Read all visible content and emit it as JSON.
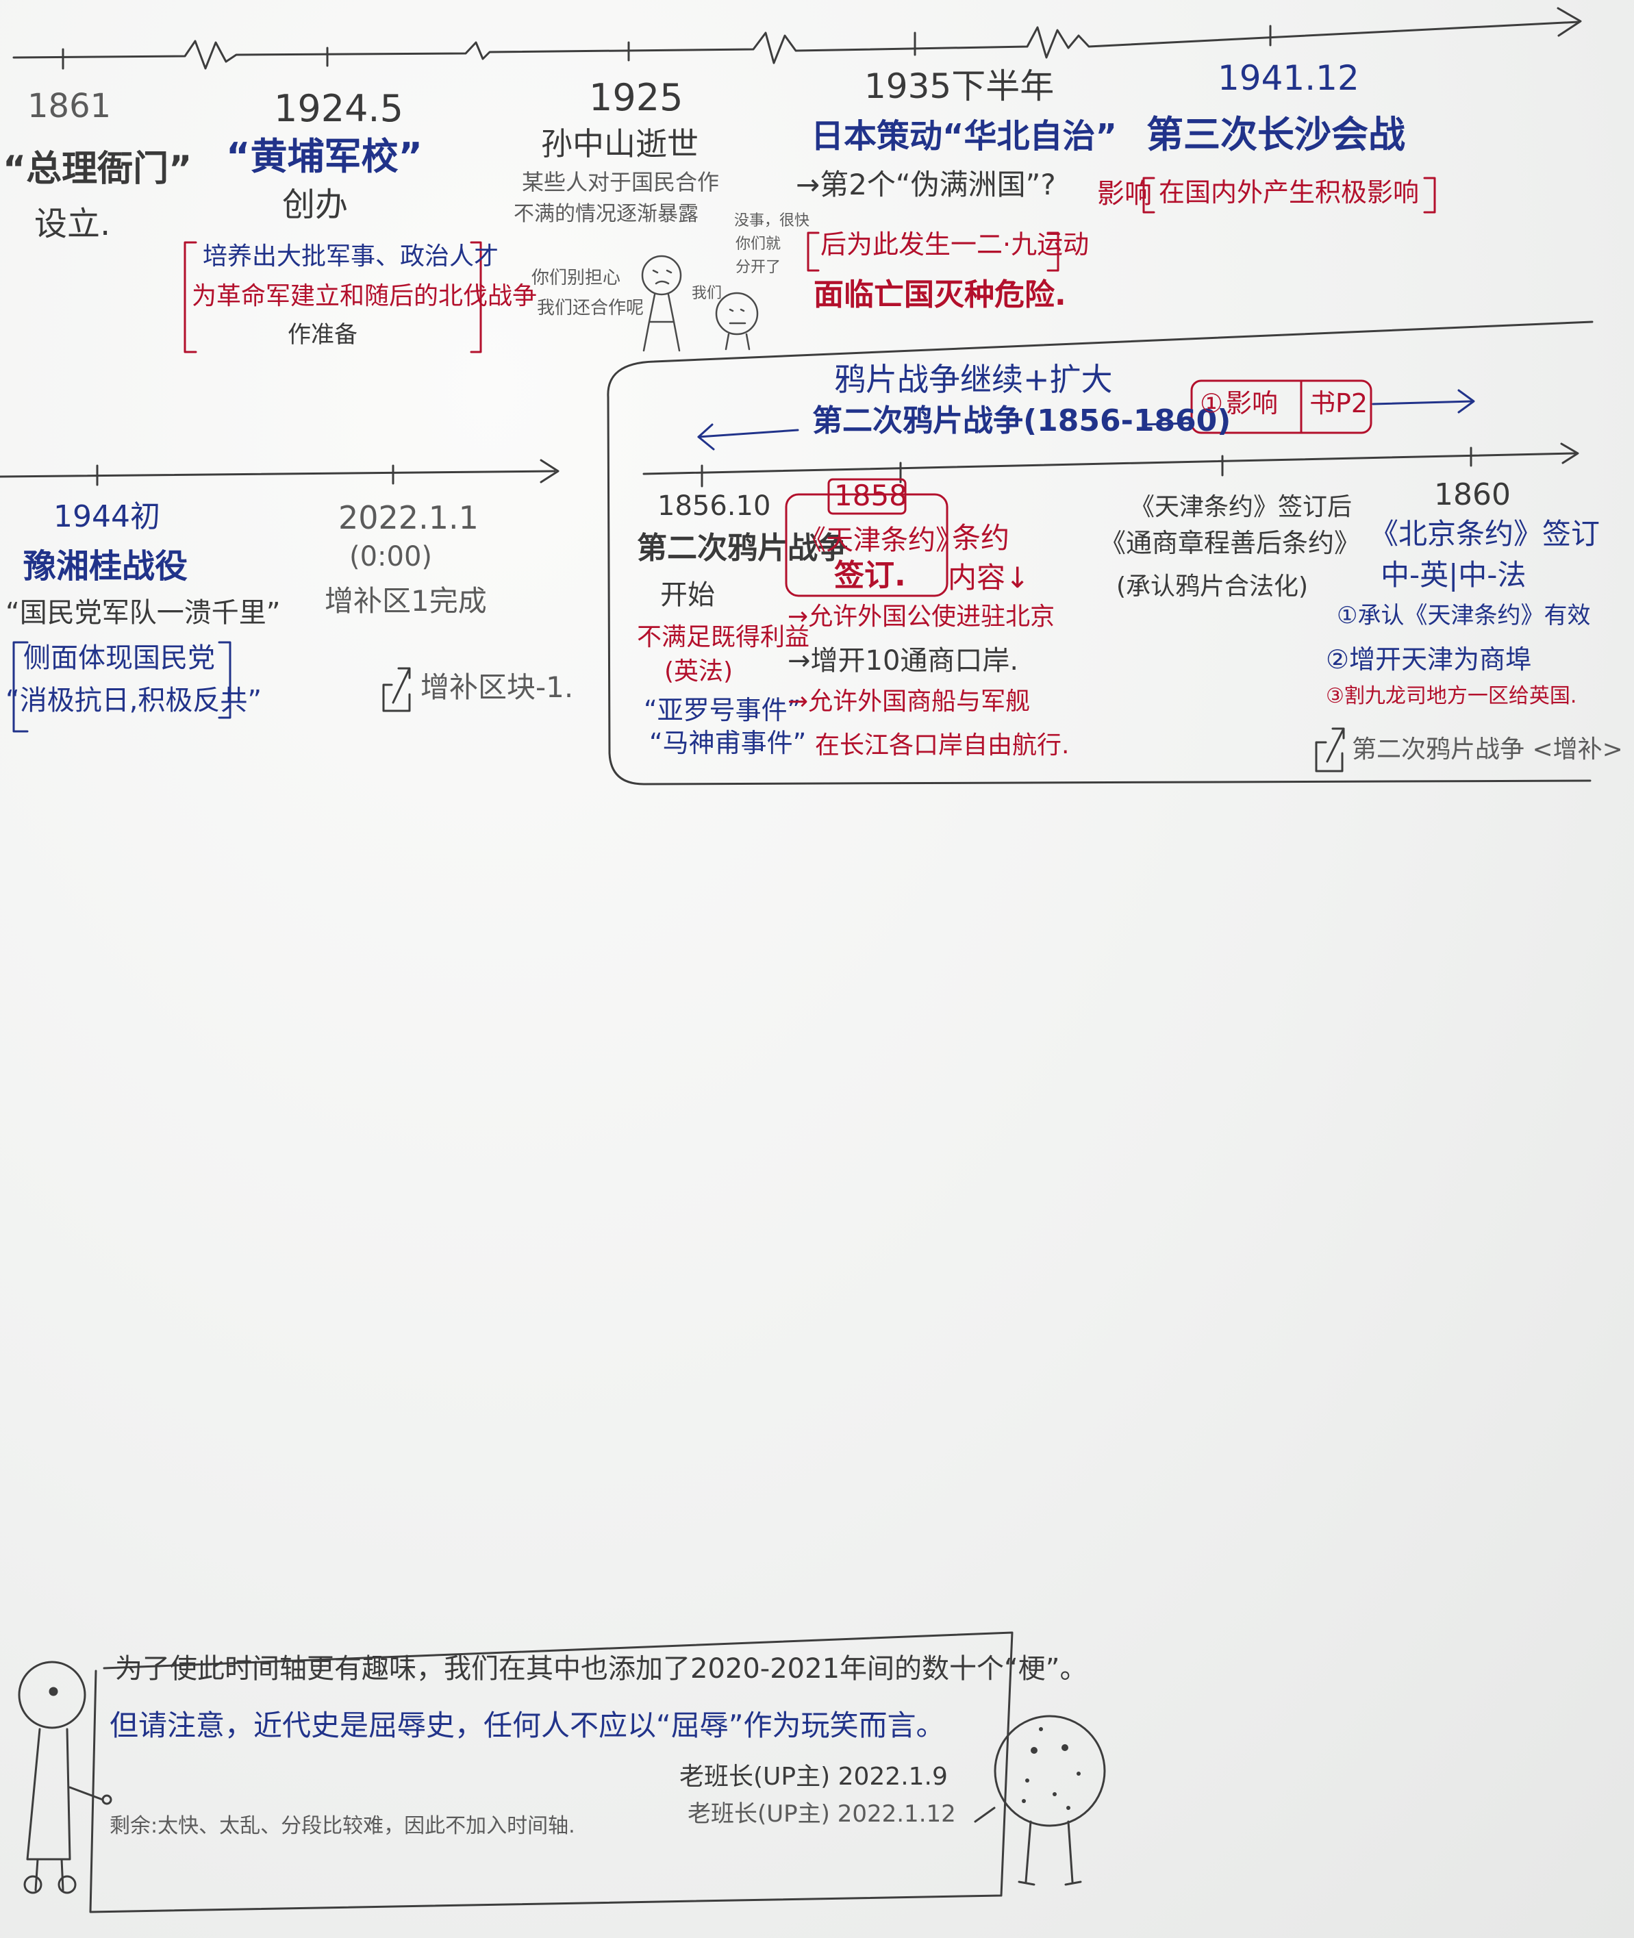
{
  "top_timeline": {
    "events": [
      {
        "date": "1861",
        "title": "“总理衙门”",
        "sub": "设立."
      },
      {
        "date": "1924.5",
        "title": "“黄埔军校”",
        "sub": "创办",
        "note_1": "培养出大批军事、政治人才",
        "note_2": "为革命军建立和随后的北伐战争",
        "note_3": "作准备"
      },
      {
        "date": "1925",
        "title": "孙中山逝世",
        "note_1": "某些人对于国民合作",
        "note_2": "不满的情况逐渐暴露",
        "side_1": "你们别担心",
        "side_2": "我们还合作呢",
        "side_3": "没事，很快",
        "side_4": "你们就",
        "side_5": "分开了",
        "side_6": "我们"
      },
      {
        "date": "1935下半年",
        "title": "日本策动“华北自治”",
        "note_1": "→第2个“伪满洲国”?",
        "note_2": "后为此发生一二·九运动",
        "note_3": "面临亡国灭种危险."
      },
      {
        "date": "1941.12",
        "title": "第三次长沙会战",
        "note_1": "影响",
        "note_2": "在国内外产生积极影响"
      }
    ]
  },
  "bottom_timeline": {
    "events": [
      {
        "date": "1944初",
        "title": "豫湘桂战役",
        "note_1": "“国民党军队一溃千里”",
        "note_2": "侧面体现国民党",
        "note_3": "“消极抗日,积极反共”"
      },
      {
        "date": "2022.1.1",
        "time": "(0:00)",
        "title": "增补区1完成"
      }
    ],
    "link": "增补区块-1."
  },
  "addendum": {
    "header_1": "鸦片战争继续+扩大",
    "header_2": "第二次鸦片战争(1856-1860)",
    "tag_num": "①",
    "tag_1": "影响",
    "tag_2": "书P2",
    "left": {
      "date": "1856.10",
      "title": "第二次鸦片战争",
      "sub": "开始",
      "reason_1": "不满足既得利益",
      "reason_2": "(英法)",
      "reason_3": "“亚罗号事件”",
      "reason_4": "“马神甫事件”"
    },
    "middle": {
      "year": "1858",
      "title_1": "《天津条约》",
      "title_2": "签订.",
      "side_1": "条约",
      "side_2": "内容↓",
      "c1": "→允许外国公使进驻北京",
      "c2": "→增开10通商口岸.",
      "c3": "→允许外国商船与军舰",
      "c4": "在长江各口岸自由航行."
    },
    "right_mid": {
      "l1": "《天津条约》签订后",
      "l2": "《通商章程善后条约》",
      "l3": "(承认鸦片合法化)"
    },
    "right": {
      "date": "1860",
      "title": "《北京条约》签订",
      "sub": "中-英|中-法",
      "i1": "①承认《天津条约》有效",
      "i2": "②增开天津为商埠",
      "i3": "③割九龙司地方一区给英国.",
      "link": "第二次鸦片战争 <增补>"
    }
  },
  "footer": {
    "line_1": "为了使此时间轴更有趣味，我们在其中也添加了2020-2021年间的数十个“梗”。",
    "line_2": "但请注意，近代史是屈辱史，任何人不应以“屈辱”作为玩笑而言。",
    "sig_1": "老班长(UP主) 2022.1.9",
    "sig_2": "老班长(UP主) 2022.1.12",
    "line_3": "剩余:太快、太乱、分段比较难，因此不加入时间轴."
  },
  "colors": {
    "ink_black": "#3a3a3a",
    "ink_blue": "#21338a",
    "ink_red": "#b3102c"
  }
}
